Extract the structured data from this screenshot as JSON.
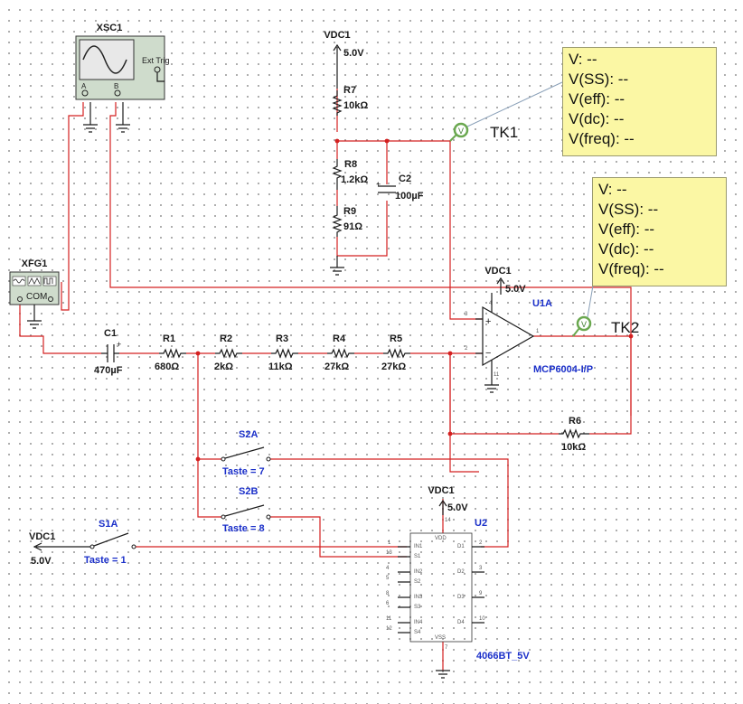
{
  "instruments": {
    "oscilloscope": {
      "ref": "XSC1",
      "ext_trig": "Ext Trig",
      "ch_a": "A",
      "ch_b": "B"
    },
    "function_generator": {
      "ref": "XFG1",
      "com": "COM"
    }
  },
  "supplies": {
    "vdc_top": {
      "label": "VDC1",
      "value": "5.0V"
    },
    "vdc_opamp": {
      "label": "VDC1",
      "value": "5.0V"
    },
    "vdc_u2": {
      "label": "VDC1",
      "value": "5.0V"
    },
    "vdc_left": {
      "label": "VDC1",
      "value": "5.0V"
    }
  },
  "components": {
    "R7": {
      "ref": "R7",
      "value": "10kΩ"
    },
    "R8": {
      "ref": "R8",
      "value": "1.2kΩ"
    },
    "R9": {
      "ref": "R9",
      "value": "91Ω"
    },
    "C2": {
      "ref": "C2",
      "value": "100µF"
    },
    "C1": {
      "ref": "C1",
      "value": "470µF"
    },
    "R1": {
      "ref": "R1",
      "value": "680Ω"
    },
    "R2": {
      "ref": "R2",
      "value": "2kΩ"
    },
    "R3": {
      "ref": "R3",
      "value": "11kΩ"
    },
    "R4": {
      "ref": "R4",
      "value": "27kΩ"
    },
    "R5": {
      "ref": "R5",
      "value": "27kΩ"
    },
    "R6": {
      "ref": "R6",
      "value": "10kΩ"
    },
    "U1A": {
      "ref": "U1A",
      "part": "MCP6004-I/P"
    },
    "U2": {
      "ref": "U2",
      "part": "4066BT_5V"
    },
    "S1A": {
      "ref": "S1A",
      "key": "Taste = 1"
    },
    "S2A": {
      "ref": "S2A",
      "key": "Taste = 7"
    },
    "S2B": {
      "ref": "S2B",
      "key": "Taste = 8"
    }
  },
  "probes": {
    "TK1": {
      "label": "TK1",
      "lines": [
        "V: --",
        "V(SS): --",
        "V(eff): --",
        "V(dc): --",
        "V(freq): --"
      ]
    },
    "TK2": {
      "label": "TK2",
      "lines": [
        "V: --",
        "V(SS): --",
        "V(eff): --",
        "V(dc): --",
        "V(freq): --"
      ]
    }
  },
  "u2_pins": {
    "vdd": "VDD",
    "vss": "VSS",
    "inputs": [
      "IN1",
      "IN2",
      "IN3",
      "IN4"
    ],
    "controls": [
      "S1",
      "S2",
      "S3",
      "S4"
    ],
    "outputs": [
      "D1",
      "D2",
      "D3",
      "D4"
    ]
  },
  "colors": {
    "wire": "#d42020",
    "part_label": "#1a2fc9",
    "probe_bg": "#fbf7a4",
    "probe_icon": "#6aa84f"
  }
}
